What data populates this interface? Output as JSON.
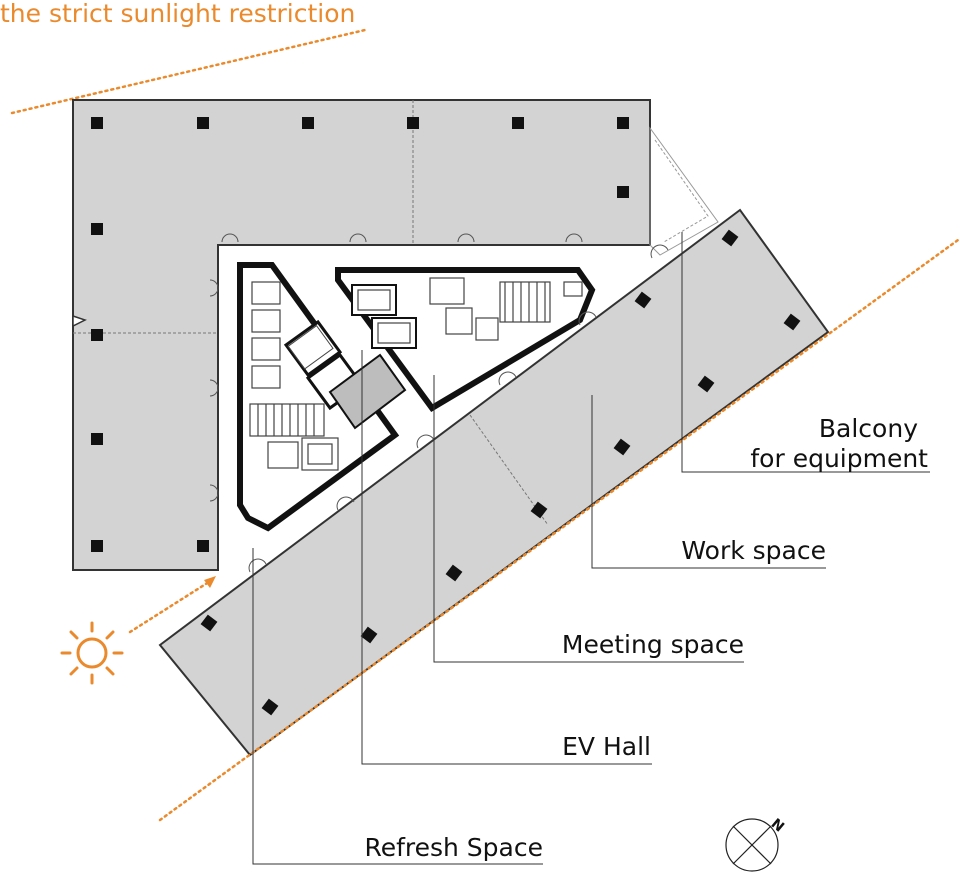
{
  "annotations": {
    "sunlight_restriction": "the strict sunlight restriction",
    "north": "N"
  },
  "labels": {
    "balcony_line1": "Balcony",
    "balcony_line2": "for equipment",
    "work_space": "Work space",
    "meeting_space": "Meeting space",
    "ev_hall": "EV Hall",
    "refresh_space": "Refresh Space"
  },
  "colors": {
    "floor_fill": "#d3d3d3",
    "wall": "#111111",
    "accent_orange": "#ea8a2c",
    "leader_line": "#333333"
  },
  "icons": [
    "sun-icon",
    "north-arrow-icon"
  ]
}
